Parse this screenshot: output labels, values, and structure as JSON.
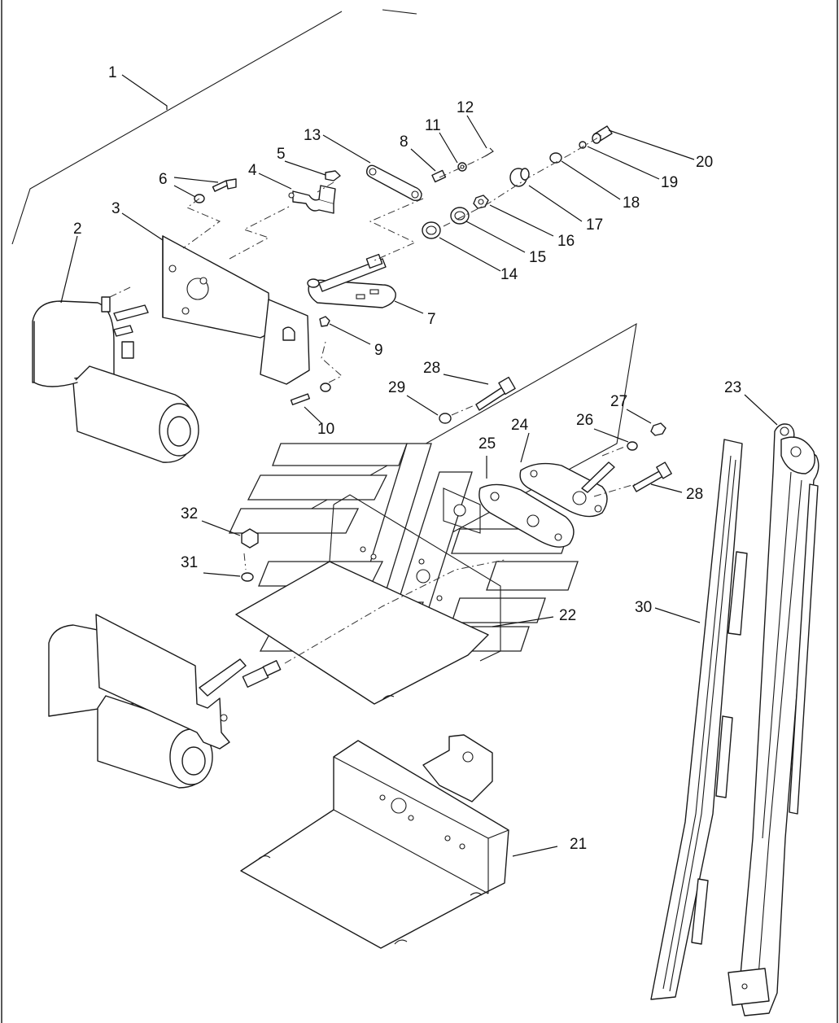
{
  "callouts": {
    "c1": "1",
    "c2": "2",
    "c3": "3",
    "c4": "4",
    "c5": "5",
    "c6": "6",
    "c7": "7",
    "c8": "8",
    "c9": "9",
    "c10": "10",
    "c11": "11",
    "c12": "12",
    "c13": "13",
    "c14": "14",
    "c15": "15",
    "c16": "16",
    "c17": "17",
    "c18": "18",
    "c19": "19",
    "c20": "20",
    "c21": "21",
    "c22": "22",
    "c23": "23",
    "c24": "24",
    "c25": "25",
    "c26": "26",
    "c27": "27",
    "c28a": "28",
    "c28b": "28",
    "c29": "29",
    "c30": "30",
    "c31": "31",
    "c32": "32"
  }
}
